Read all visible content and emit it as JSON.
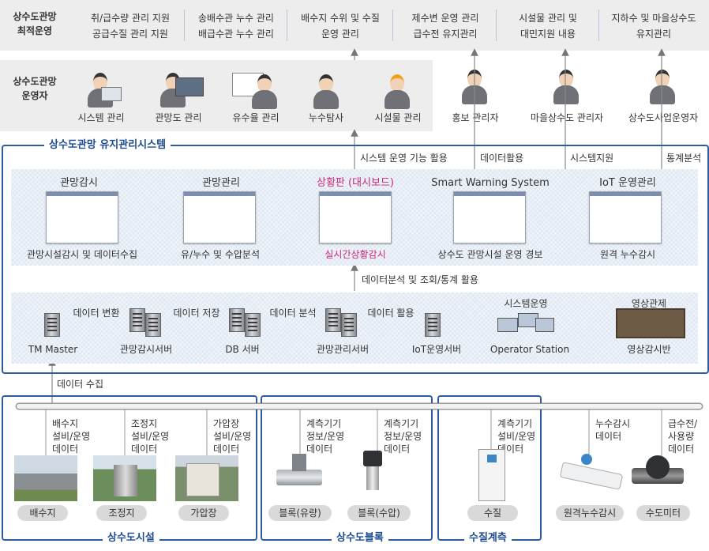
{
  "top": {
    "section_title": [
      "상수도관망",
      "최적운영"
    ],
    "goals": [
      [
        "취/급수량 관리 지원",
        "공급수질 관리 지원"
      ],
      [
        "송배수관 누수 관리",
        "배급수관 누수 관리"
      ],
      [
        "배수지 수위 및 수질",
        "운영 관리"
      ],
      [
        "제수변 운영 관리",
        "급수전 유지관리"
      ],
      [
        "시설물 관리 및",
        "대민지원 내용"
      ],
      [
        "지하수 및 마을상수도",
        "유지관리"
      ]
    ]
  },
  "operators": {
    "section_title": [
      "상수도관망",
      "운영자"
    ],
    "roles": [
      "시스템 관리",
      "관망도 관리",
      "유수율 관리",
      "누수탐사",
      "시설물 관리"
    ],
    "external": [
      "홍보 관리자",
      "마을상수도 관리자",
      "상수도사업운영자"
    ]
  },
  "system": {
    "title": "상수도관망 유지관리시스템",
    "links": [
      "시스템 운영 기능 활용",
      "데이터활용",
      "시스템지원",
      "통계분석"
    ],
    "modules": [
      {
        "title": "관망감시",
        "caption": "관망시설감시 및 데이터수집"
      },
      {
        "title": "관망관리",
        "caption": "유/누수 및 수압분석"
      },
      {
        "title": "상황판 (대시보드)",
        "caption": "실시간상황감시"
      },
      {
        "title": "Smart Warning System",
        "caption": "상수도 관망시설 운영 경보"
      },
      {
        "title": "IoT 운영관리",
        "caption": "원격 누수감시"
      }
    ],
    "analysis_link": "데이터분석 및 조회/통계 활용",
    "servers": [
      "TM Master",
      "관망감시서버",
      "DB 서버",
      "관망관리서버",
      "IoT운영서버",
      "Operator Station",
      "영상감시반"
    ],
    "flows": [
      "데이터 변환",
      "데이터 저장",
      "데이터 분석",
      "데이터 활용",
      "시스템운영",
      "영상관제"
    ],
    "collect": "데이터 수집"
  },
  "field": {
    "groups": [
      "상수도시설",
      "상수도블록",
      "수질계측"
    ],
    "data_labels": [
      [
        "배수지",
        "설비/운영",
        "데이터"
      ],
      [
        "조정지",
        "설비/운영",
        "데이터"
      ],
      [
        "가압장",
        "설비/운영",
        "데이터"
      ],
      [
        "계측기기",
        "정보/운영",
        "데이터"
      ],
      [
        "계측기기",
        "정보/운영",
        "데이터"
      ],
      [
        "계측기기",
        "설비/운영",
        "데이터"
      ],
      [
        "누수감시",
        "데이터"
      ],
      [
        "급수전/",
        "사용량",
        "데이터"
      ]
    ],
    "devices": [
      "배수지",
      "조정지",
      "가압장",
      "블록(유량)",
      "블록(수압)",
      "수질",
      "원격누수감시",
      "수도미터"
    ]
  },
  "colors": {
    "accent": "#2d5b9f",
    "highlight": "#d0267a",
    "band": "#ededed",
    "panel": "#dfe8f3"
  }
}
